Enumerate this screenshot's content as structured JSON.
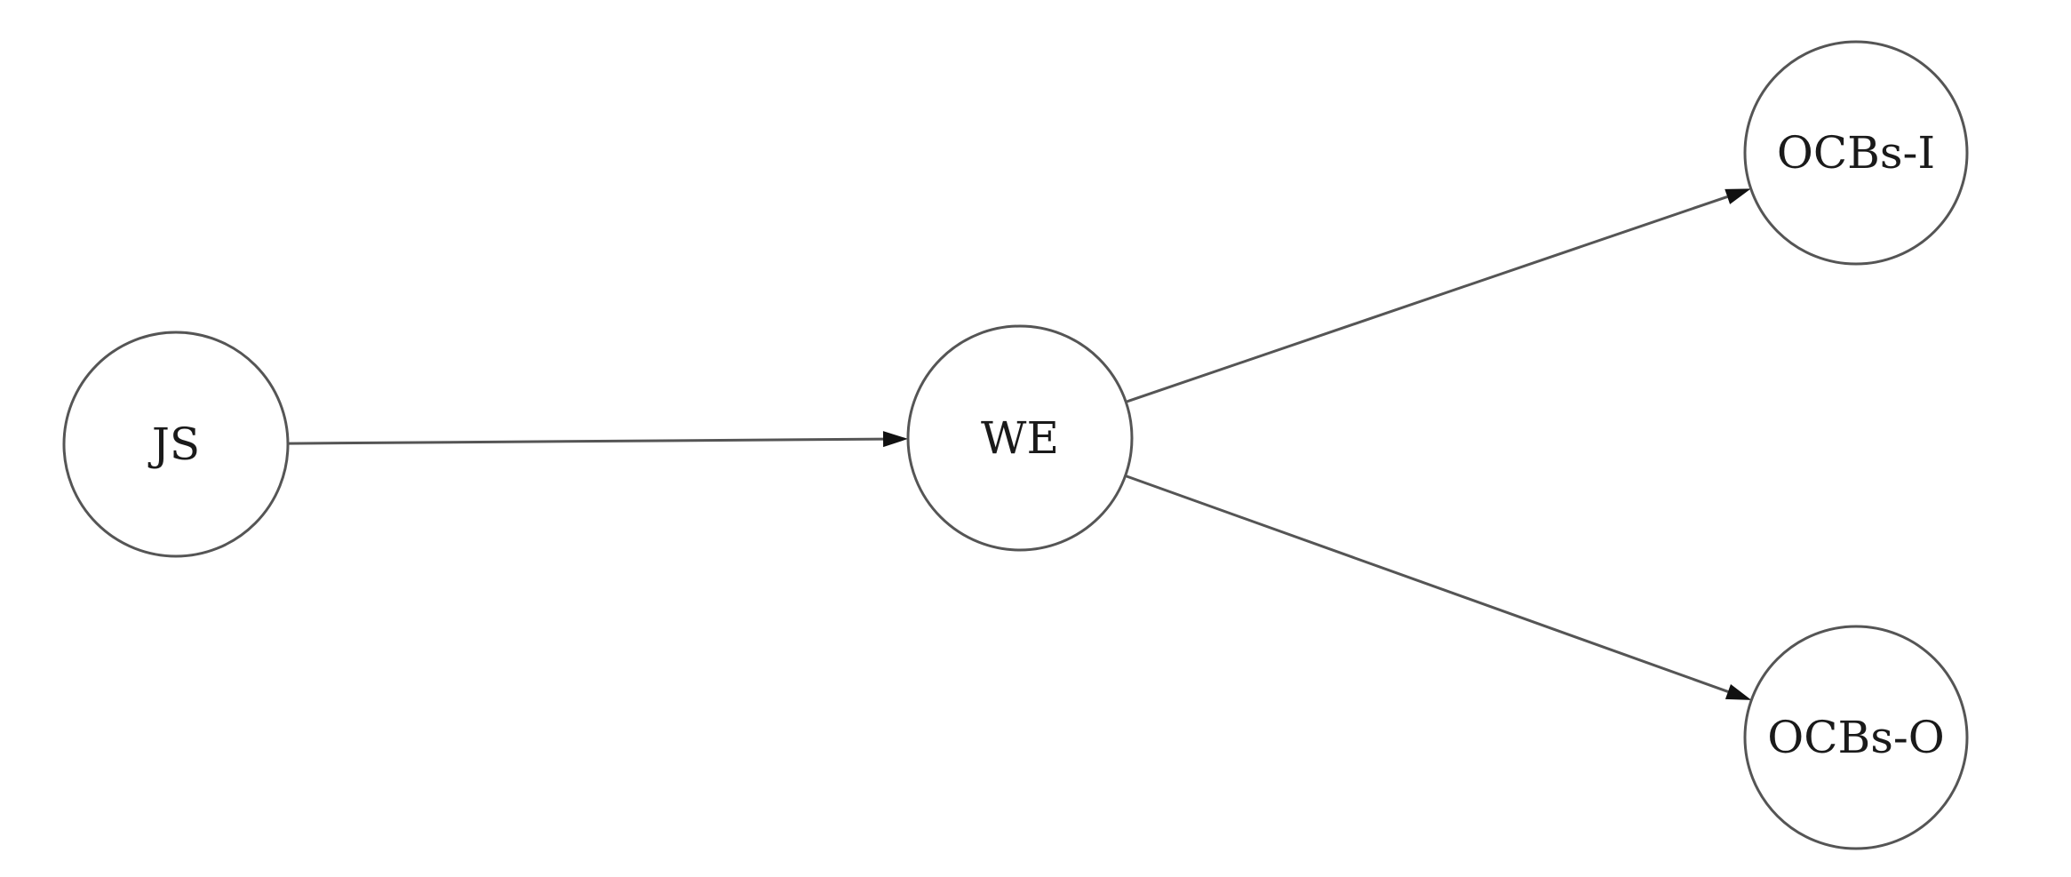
{
  "diagram": {
    "nodes": [
      {
        "id": "js",
        "label": "JS"
      },
      {
        "id": "we",
        "label": "WE"
      },
      {
        "id": "ocbs_i",
        "label": "OCBs-I"
      },
      {
        "id": "ocbs_o",
        "label": "OCBs-O"
      }
    ],
    "edges": [
      {
        "from": "js",
        "to": "we"
      },
      {
        "from": "we",
        "to": "ocbs_i"
      },
      {
        "from": "we",
        "to": "ocbs_o"
      }
    ],
    "colors": {
      "stroke": "#555555",
      "arrow": "#111111",
      "text": "#1a1a1a",
      "background": "#ffffff"
    }
  }
}
